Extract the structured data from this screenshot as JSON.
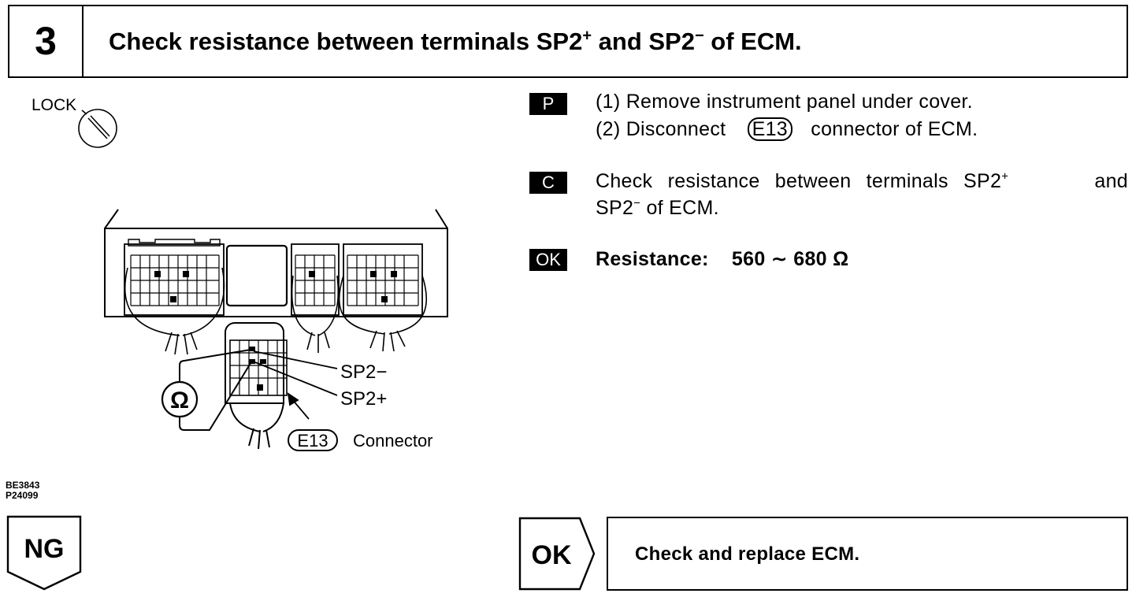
{
  "header": {
    "step": "3",
    "title_part1": "Check resistance between terminals SP2",
    "sup1": "+",
    "title_part2": " and SP2",
    "sup2": "−",
    "title_part3": " of ECM."
  },
  "figure": {
    "lock_label": "LOCK",
    "sp2_minus": "SP2−",
    "sp2_plus": "SP2+",
    "ohm_symbol": "Ω",
    "connector_code": "E13",
    "connector_label": "Connector",
    "codes": [
      "BE3843",
      "P24099"
    ]
  },
  "procedure": {
    "p_badge": "P",
    "p_step1": "(1) Remove instrument panel under cover.",
    "p_step2_a": "(2) Disconnect",
    "p_step2_code": "E13",
    "p_step2_b": "connector of ECM.",
    "c_badge": "C",
    "c_line1_a": "Check resistance between terminals SP2",
    "c_line1_sup": "+",
    "c_line1_b": "and",
    "c_line2_a": "SP2",
    "c_line2_sup": "−",
    "c_line2_b": " of ECM.",
    "ok_badge": "OK",
    "spec_label": "Resistance:",
    "spec_value": "560 ∼ 680 Ω"
  },
  "results": {
    "ng_label": "NG",
    "ok_label": "OK",
    "ok_action": "Check and replace ECM."
  }
}
